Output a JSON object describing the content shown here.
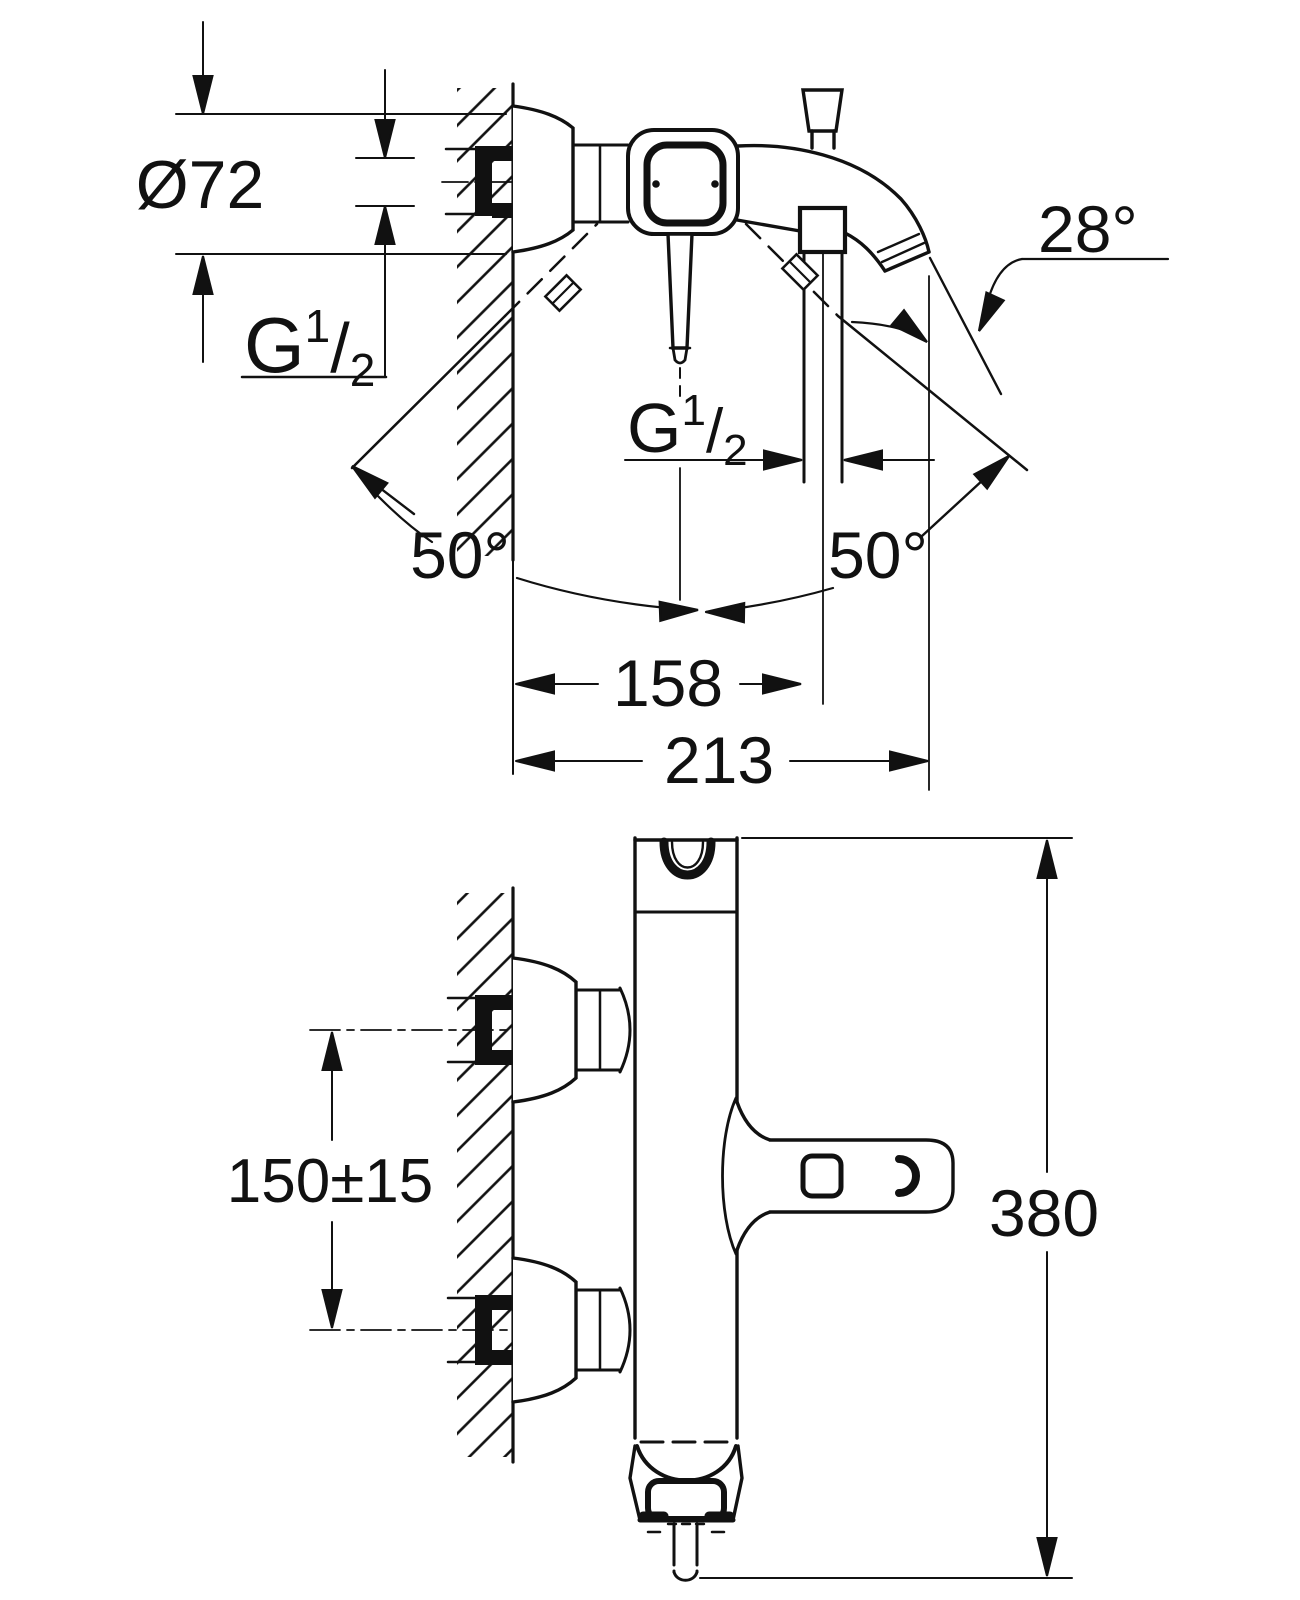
{
  "drawing": {
    "description_labels": {
      "diameter": "Ø72",
      "spout_angle": "28°",
      "swing_left": "50°",
      "swing_right": "50°",
      "reach_inner": "158",
      "reach_outer": "213",
      "connection_spacing": "150±15",
      "total_height": "380"
    },
    "thread_top": {
      "prefix": "G",
      "sup": "1",
      "slash": "/",
      "sub": "2"
    },
    "thread_mid": {
      "prefix": "G",
      "sup": "1",
      "slash": "/",
      "sub": "2"
    },
    "line_color": "#111111",
    "background_color": "#ffffff"
  }
}
